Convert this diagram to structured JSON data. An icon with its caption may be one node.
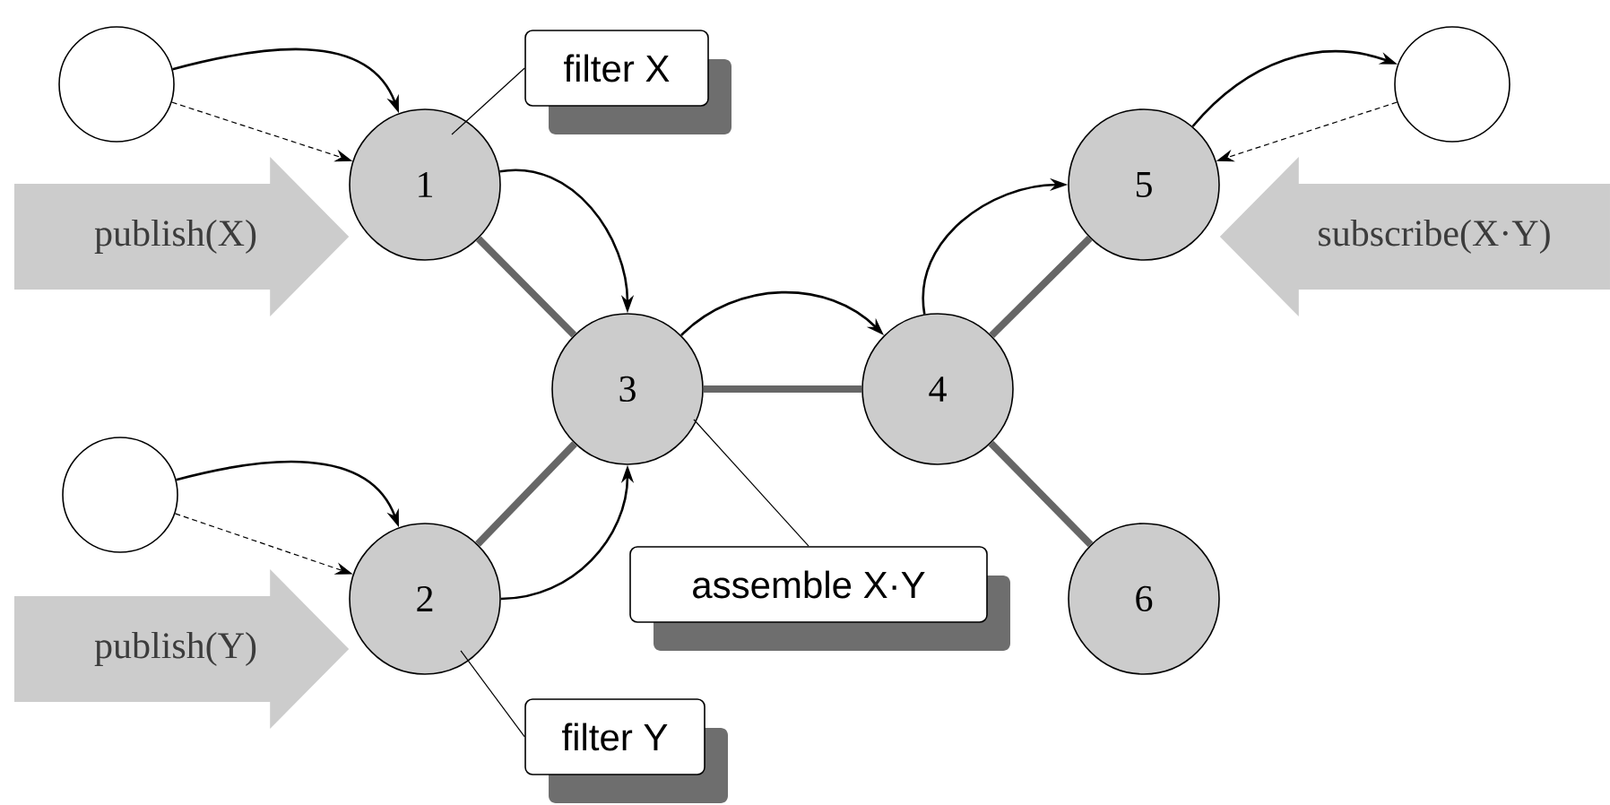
{
  "diagram": {
    "nodes": [
      {
        "text": [],
        "shape": "circle"
      },
      {
        "text": [],
        "shape": "circle"
      },
      {
        "text": [
          "1"
        ]
      },
      {
        "text": [
          "filter X"
        ]
      },
      {
        "text": [
          "5"
        ]
      },
      {
        "text": [
          "3"
        ]
      },
      {
        "text": [
          "4"
        ]
      },
      {
        "text": [],
        "shape": "circle"
      },
      {
        "text": [
          "2"
        ]
      },
      {
        "text": [
          "assemble X·Y"
        ]
      },
      {
        "text": [
          "6"
        ]
      },
      {
        "text": [
          "filter Y"
        ]
      }
    ],
    "edges": [
      {
        "from": 0,
        "to": 2,
        "arrow": "to"
      },
      {
        "from": 0,
        "to": 2,
        "arrow": "to",
        "style": "dashed"
      },
      {
        "from": 2,
        "to": 5,
        "arrow": "to"
      },
      {
        "from": 2,
        "to": 5,
        "arrow": "none",
        "style": "thick",
        "color": "#666666"
      },
      {
        "from": 8,
        "to": 5,
        "arrow": "none",
        "style": "thick",
        "color": "#666666"
      },
      {
        "from": 8,
        "to": 5,
        "arrow": "to"
      },
      {
        "from": 7,
        "to": 8,
        "arrow": "to"
      },
      {
        "from": 7,
        "to": 8,
        "arrow": "to",
        "style": "dashed"
      },
      {
        "from": 5,
        "to": 6,
        "arrow": "none",
        "style": "thick",
        "color": "#666666"
      },
      {
        "from": 5,
        "to": 6,
        "arrow": "to"
      },
      {
        "from": 6,
        "to": 4,
        "arrow": "none",
        "style": "thick",
        "color": "#666666"
      },
      {
        "from": 6,
        "to": 4,
        "arrow": "to"
      },
      {
        "from": 6,
        "to": 10,
        "arrow": "none",
        "style": "thick",
        "color": "#666666"
      },
      {
        "from": 4,
        "to": 1,
        "arrow": "to"
      },
      {
        "from": 1,
        "to": 4,
        "arrow": "to",
        "style": "dashed"
      },
      {
        "from": 3,
        "to": 2,
        "arrow": "none"
      },
      {
        "from": 9,
        "to": 5,
        "arrow": "none"
      },
      {
        "from": 11,
        "to": 8,
        "arrow": "none"
      },
      {
        "from": null,
        "to": 2,
        "arrow": "to",
        "label": "publish(X)",
        "style": "thick",
        "color": "#cccccc"
      },
      {
        "from": null,
        "to": 4,
        "arrow": "to",
        "label": "subscribe(X·Y)",
        "style": "thick",
        "color": "#cccccc"
      },
      {
        "from": null,
        "to": 8,
        "arrow": "to",
        "label": "publish(Y)",
        "style": "thick",
        "color": "#cccccc"
      }
    ]
  }
}
